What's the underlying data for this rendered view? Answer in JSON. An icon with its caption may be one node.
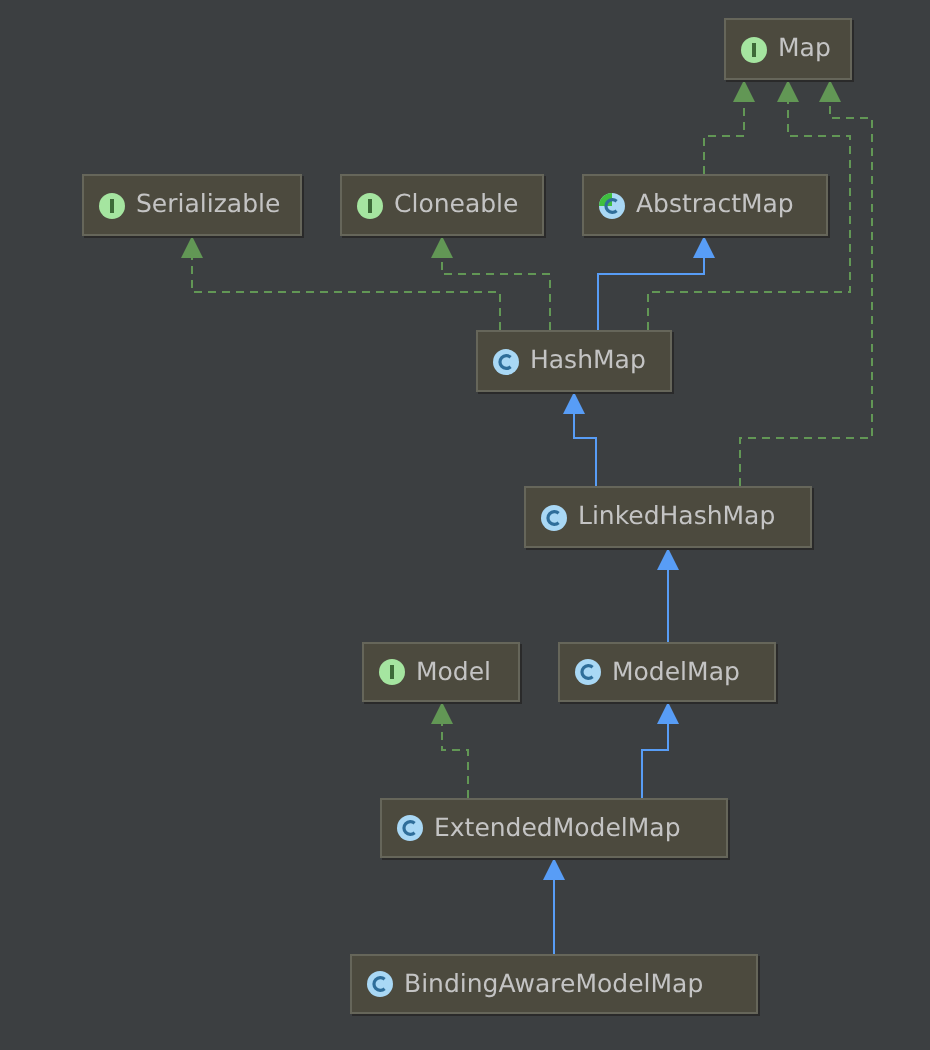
{
  "diagram": {
    "nodes": [
      {
        "text": [
          "Map"
        ]
      },
      {
        "text": [
          "Serializable"
        ]
      },
      {
        "text": [
          "Cloneable"
        ]
      },
      {
        "text": [
          "AbstractMap"
        ]
      },
      {
        "text": [
          "HashMap"
        ]
      },
      {
        "text": [
          "LinkedHashMap"
        ]
      },
      {
        "text": [
          "Model"
        ]
      },
      {
        "text": [
          "ModelMap"
        ]
      },
      {
        "text": [
          "ExtendedModelMap"
        ]
      },
      {
        "text": [
          "BindingAwareModelMap"
        ]
      }
    ],
    "edges": [
      {
        "from": 4,
        "to": 1,
        "arrow": "to",
        "style": "dashed"
      },
      {
        "from": 4,
        "to": 2,
        "arrow": "to",
        "style": "dashed"
      },
      {
        "from": 4,
        "to": 3,
        "arrow": "to",
        "color": "#589df6"
      },
      {
        "from": 4,
        "to": 0,
        "arrow": "to",
        "style": "dashed"
      },
      {
        "from": 3,
        "to": 0,
        "arrow": "to",
        "style": "dashed"
      },
      {
        "from": 5,
        "to": 0,
        "arrow": "to",
        "style": "dashed"
      },
      {
        "from": 5,
        "to": 4,
        "arrow": "to",
        "color": "#589df6"
      },
      {
        "from": 7,
        "to": 5,
        "arrow": "to",
        "color": "#589df6"
      },
      {
        "from": 8,
        "to": 6,
        "arrow": "to",
        "style": "dashed"
      },
      {
        "from": 8,
        "to": 7,
        "arrow": "to",
        "color": "#589df6"
      },
      {
        "from": 9,
        "to": 8,
        "arrow": "to",
        "color": "#589df6"
      }
    ]
  }
}
